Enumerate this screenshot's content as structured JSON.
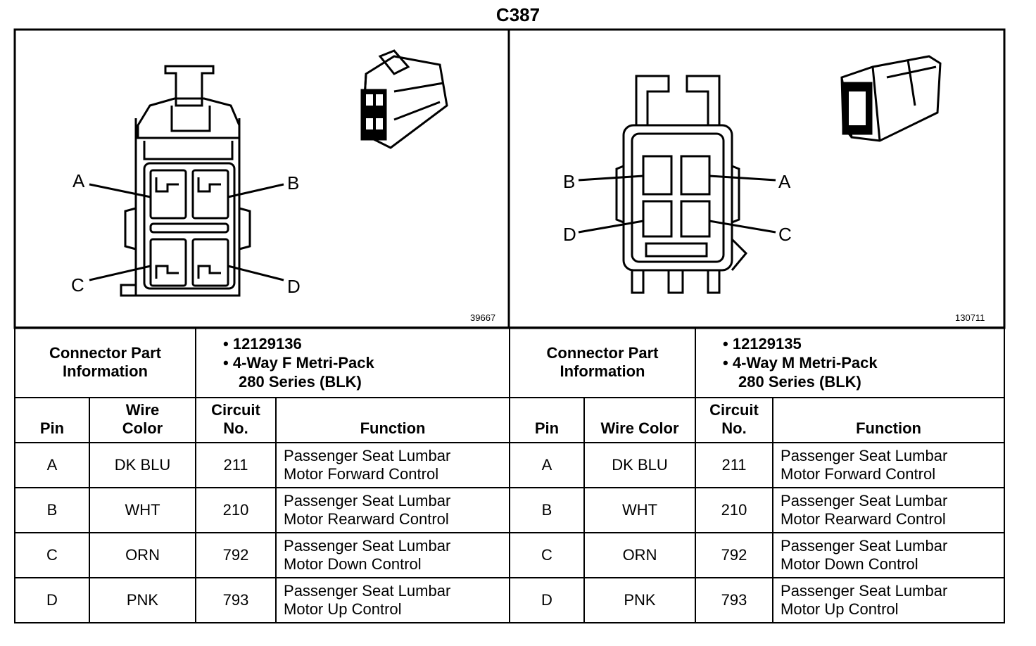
{
  "title": "C387",
  "figures": {
    "left_id": "39667",
    "right_id": "130711",
    "left_pins": [
      "A",
      "B",
      "C",
      "D"
    ],
    "right_pins": [
      "B",
      "A",
      "D",
      "C"
    ]
  },
  "colors": {
    "line": "#000000",
    "background": "#ffffff"
  },
  "tables": [
    {
      "info_label_line1": "Connector Part",
      "info_label_line2": "Information",
      "part_number": "• 12129136",
      "part_desc_line1": "• 4-Way F Metri-Pack",
      "part_desc_line2": "280 Series (BLK)",
      "headers": {
        "pin": "Pin",
        "wire_line1": "Wire",
        "wire_line2": "Color",
        "circuit_line1": "Circuit",
        "circuit_line2": "No.",
        "function": "Function"
      },
      "rows": [
        {
          "pin": "A",
          "color": "DK BLU",
          "circuit": "211",
          "function_line1": "Passenger Seat Lumbar",
          "function_line2": "Motor Forward Control"
        },
        {
          "pin": "B",
          "color": "WHT",
          "circuit": "210",
          "function_line1": "Passenger Seat Lumbar",
          "function_line2": "Motor Rearward Control"
        },
        {
          "pin": "C",
          "color": "ORN",
          "circuit": "792",
          "function_line1": "Passenger Seat Lumbar",
          "function_line2": "Motor Down Control"
        },
        {
          "pin": "D",
          "color": "PNK",
          "circuit": "793",
          "function_line1": "Passenger Seat Lumbar",
          "function_line2": "Motor Up Control"
        }
      ]
    },
    {
      "info_label_line1": "Connector Part",
      "info_label_line2": "Information",
      "part_number": "• 12129135",
      "part_desc_line1": "• 4-Way M Metri-Pack",
      "part_desc_line2": "280 Series (BLK)",
      "headers": {
        "pin": "Pin",
        "wire": "Wire Color",
        "circuit_line1": "Circuit",
        "circuit_line2": "No.",
        "function": "Function"
      },
      "rows": [
        {
          "pin": "A",
          "color": "DK BLU",
          "circuit": "211",
          "function_line1": "Passenger Seat Lumbar",
          "function_line2": "Motor Forward Control"
        },
        {
          "pin": "B",
          "color": "WHT",
          "circuit": "210",
          "function_line1": "Passenger Seat Lumbar",
          "function_line2": "Motor Rearward Control"
        },
        {
          "pin": "C",
          "color": "ORN",
          "circuit": "792",
          "function_line1": "Passenger Seat Lumbar",
          "function_line2": "Motor Down Control"
        },
        {
          "pin": "D",
          "color": "PNK",
          "circuit": "793",
          "function_line1": "Passenger Seat Lumbar",
          "function_line2": "Motor Up Control"
        }
      ]
    }
  ]
}
